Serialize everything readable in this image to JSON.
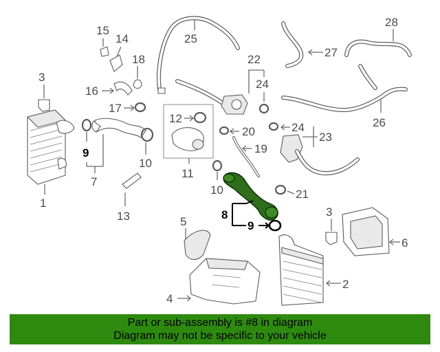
{
  "callouts": {
    "c1": "1",
    "c2": "2",
    "c3a": "3",
    "c3b": "3",
    "c4": "4",
    "c5": "5",
    "c6": "6",
    "c7": "7",
    "c8": "8",
    "c9a": "9",
    "c9b": "9",
    "c10a": "10",
    "c10b": "10",
    "c11": "11",
    "c12": "12",
    "c13": "13",
    "c14": "14",
    "c15": "15",
    "c16": "16",
    "c17": "17",
    "c18": "18",
    "c19": "19",
    "c20": "20",
    "c21": "21",
    "c22": "22",
    "c23": "23",
    "c24a": "24",
    "c24b": "24",
    "c25": "25",
    "c26": "26",
    "c27": "27",
    "c28": "28"
  },
  "highlight": {
    "part_number": "8",
    "color": "#2e6e1a"
  },
  "banner": {
    "line1": "Part or sub-assembly is #8 in diagram",
    "line2": "Diagram may not be specific to your vehicle",
    "background": "#2e8a0e"
  }
}
